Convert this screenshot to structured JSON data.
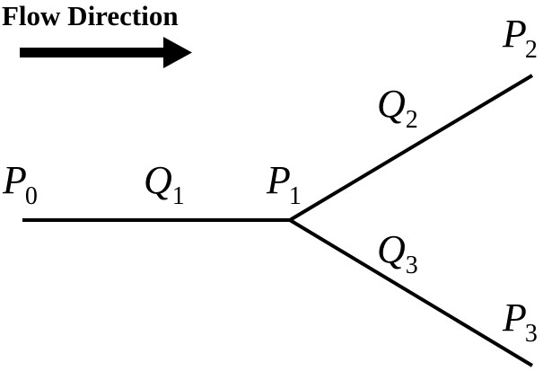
{
  "title": "Flow Direction",
  "colors": {
    "ink": "#000000",
    "background": "#ffffff"
  },
  "arrow_icon": "right-arrow-icon",
  "nodes": [
    {
      "id": "p0",
      "letter": "P",
      "subscript": "0"
    },
    {
      "id": "p1",
      "letter": "P",
      "subscript": "1"
    },
    {
      "id": "p2",
      "letter": "P",
      "subscript": "2"
    },
    {
      "id": "p3",
      "letter": "P",
      "subscript": "3"
    }
  ],
  "flows": [
    {
      "id": "q1",
      "letter": "Q",
      "subscript": "1",
      "from": "p0",
      "to": "p1"
    },
    {
      "id": "q2",
      "letter": "Q",
      "subscript": "2",
      "from": "p1",
      "to": "p2"
    },
    {
      "id": "q3",
      "letter": "Q",
      "subscript": "3",
      "from": "p1",
      "to": "p3"
    }
  ]
}
